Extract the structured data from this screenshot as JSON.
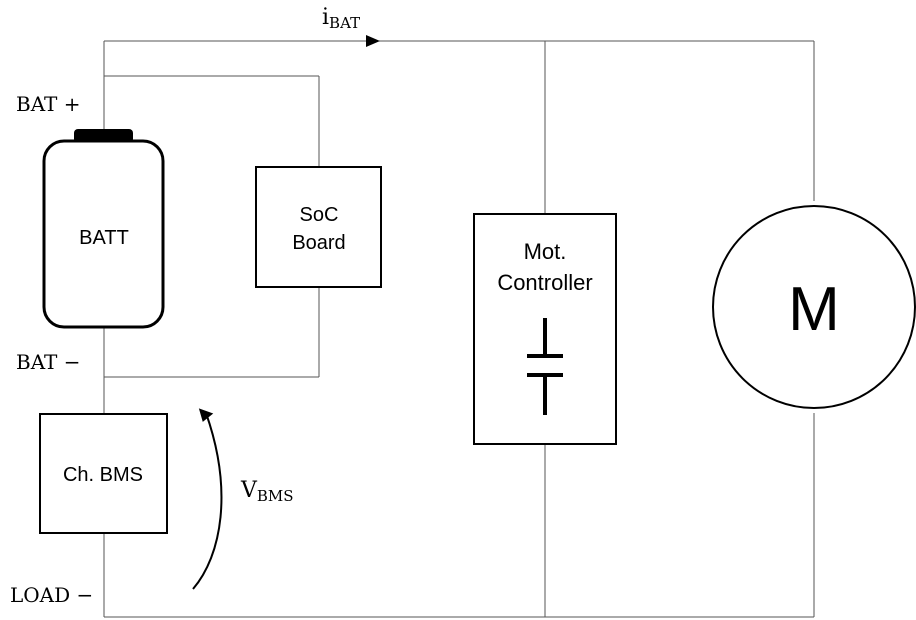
{
  "current_label": {
    "base": "i",
    "sub": "BAT"
  },
  "terminals": {
    "bat_plus": "BAT +",
    "bat_minus": "BAT −",
    "load_minus": "LOAD −"
  },
  "components": {
    "battery": "BATT",
    "soc_board": [
      "SoC",
      "Board"
    ],
    "bms": "Ch. BMS",
    "motor_controller": [
      "Mot.",
      "Controller"
    ],
    "motor": "M"
  },
  "voltage_label": {
    "base": "V",
    "sub": "BMS"
  }
}
